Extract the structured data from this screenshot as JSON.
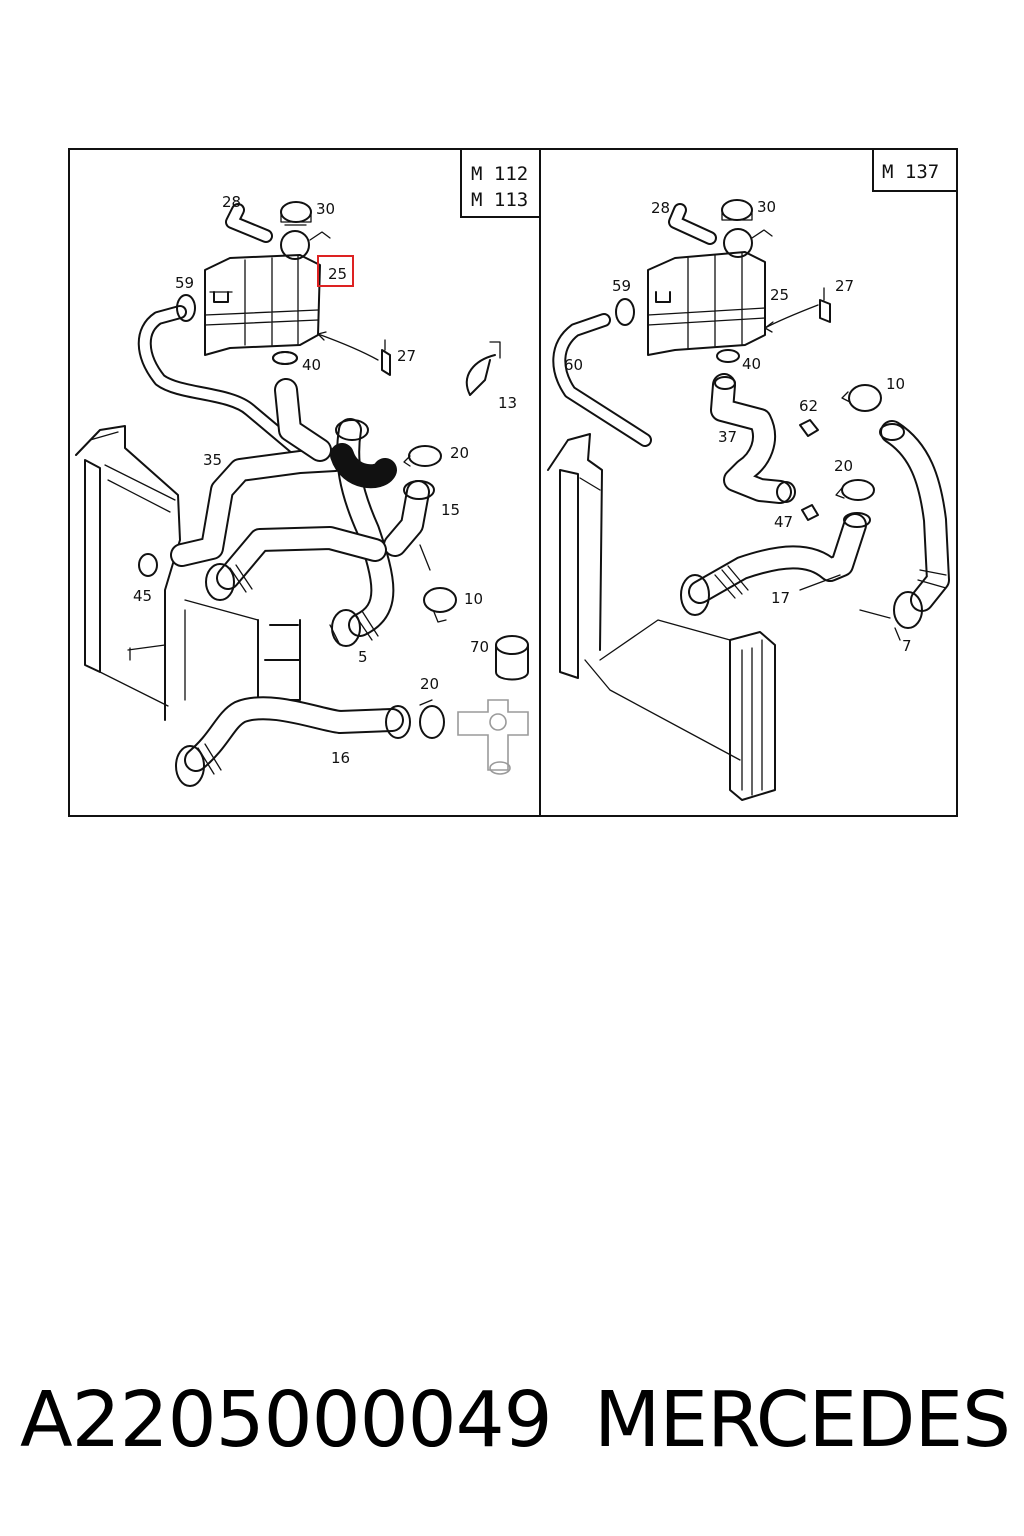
{
  "panels": [
    {
      "engine_labels": [
        "M 112",
        "M 113"
      ],
      "callouts": [
        "28",
        "30",
        "59",
        "25",
        "27",
        "40",
        "13",
        "35",
        "20",
        "15",
        "45",
        "10",
        "5",
        "70",
        "20",
        "16"
      ],
      "highlighted_callout": "25"
    },
    {
      "engine_labels": [
        "M 137"
      ],
      "callouts": [
        "28",
        "30",
        "59",
        "25",
        "27",
        "60",
        "40",
        "10",
        "62",
        "37",
        "20",
        "47",
        "17",
        "7"
      ]
    }
  ],
  "caption": {
    "part_number": "A2205000049",
    "brand": "MERCEDES"
  },
  "colors": {
    "highlight_box": "#dd2222",
    "line_art": "#111111",
    "background": "#ffffff"
  }
}
